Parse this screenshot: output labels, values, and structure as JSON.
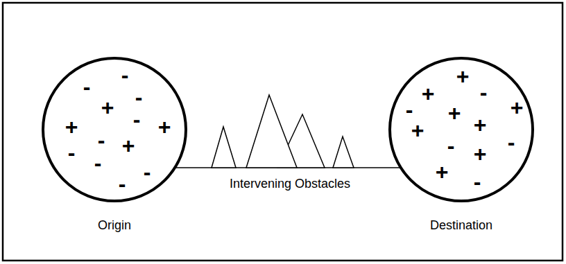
{
  "diagram": {
    "nodes": [
      {
        "text": [
          "Origin",
          "-",
          "-",
          "-",
          "+",
          "-",
          "+",
          "+",
          "-",
          "+",
          "-",
          "-",
          "-",
          "-"
        ]
      },
      {
        "text": [
          "Destination",
          "+",
          "-",
          "+",
          "+",
          "-",
          "+",
          "+",
          "+",
          "-",
          "-",
          "+",
          "+",
          "-"
        ]
      }
    ],
    "edges": [
      {
        "from": 0,
        "to": 1,
        "arrow": "none"
      }
    ],
    "labels": [
      "Intervening Obstacles"
    ]
  }
}
